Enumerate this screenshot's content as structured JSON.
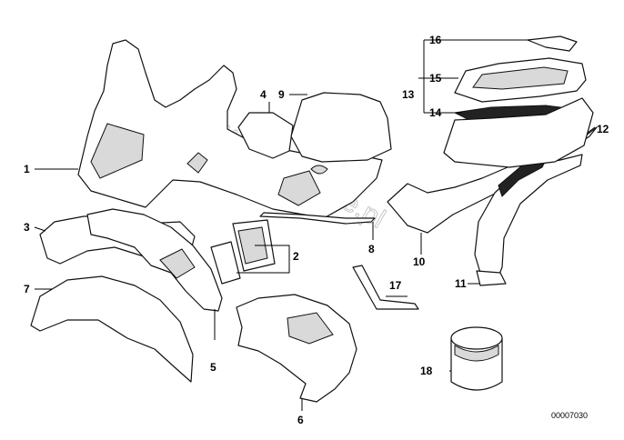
{
  "diagram": {
    "callouts": [
      "1",
      "2",
      "3",
      "4",
      "5",
      "6",
      "7",
      "8",
      "9",
      "10",
      "11",
      "12",
      "13",
      "14",
      "15",
      "16",
      "17",
      "18"
    ],
    "reference_code": "00007030",
    "watermark": "www.BMWstore.pl"
  }
}
